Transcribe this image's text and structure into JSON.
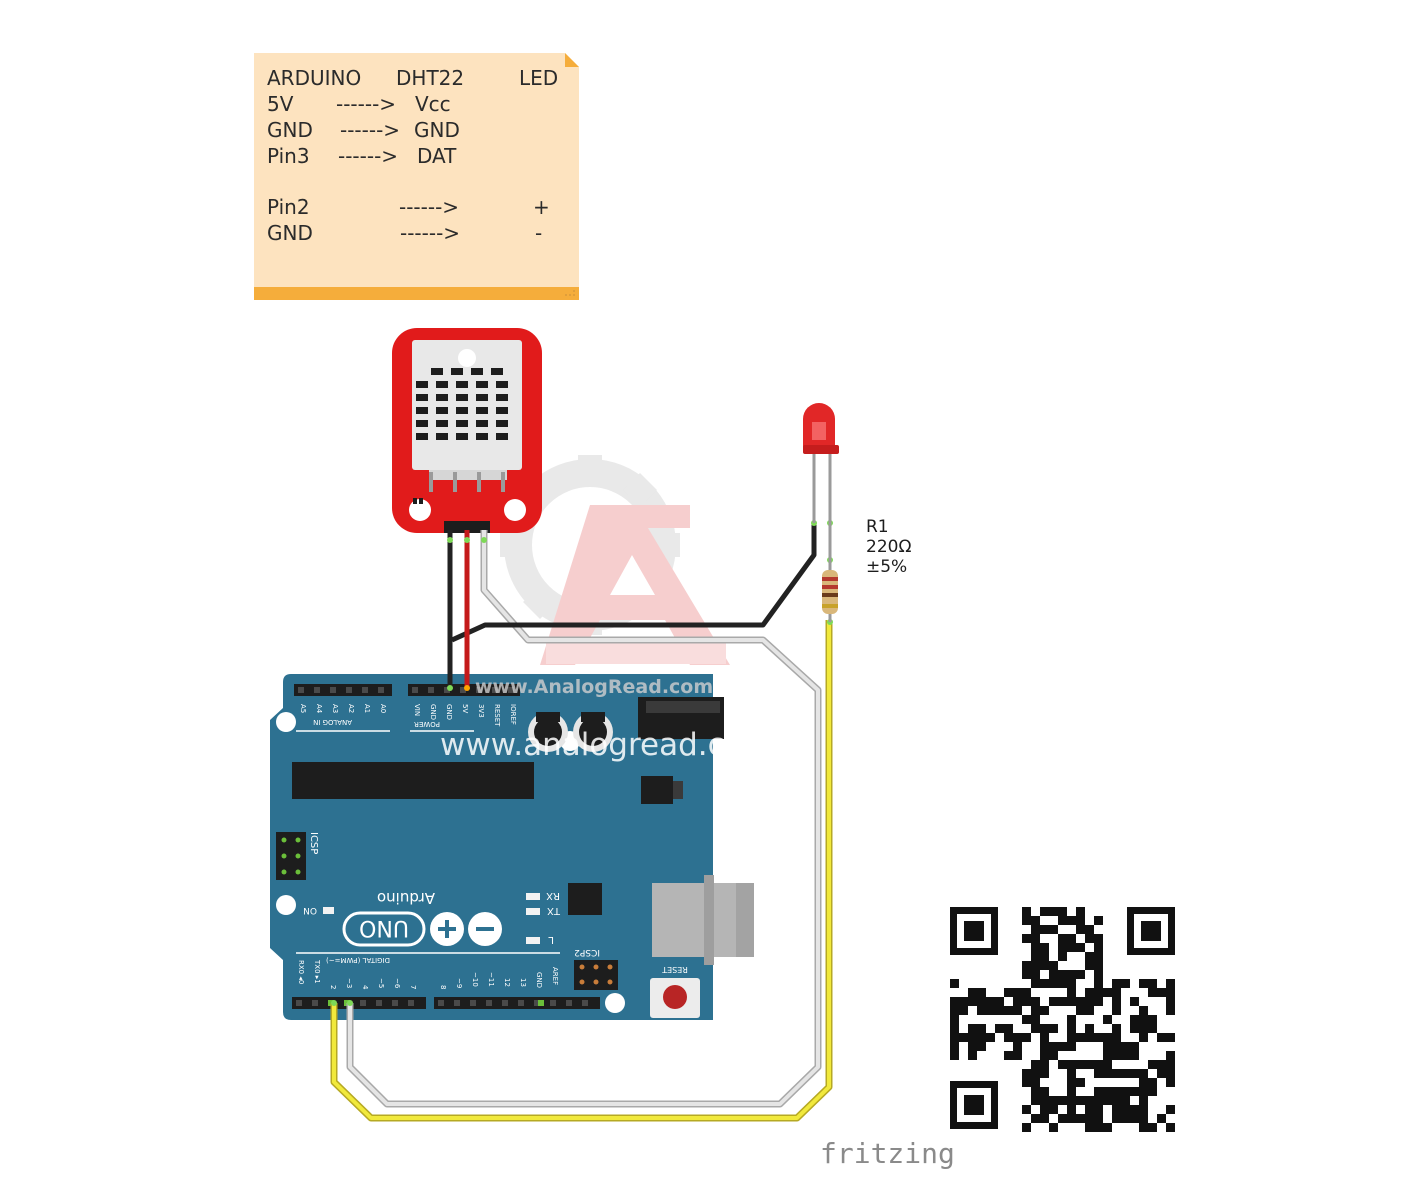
{
  "note": {
    "header": {
      "col1": "ARDUINO",
      "col2": "DHT22",
      "col3": "LED"
    },
    "rows": [
      {
        "from": "5V",
        "arrow": "------>",
        "to": "Vcc"
      },
      {
        "from": "GND",
        "arrow": "------>",
        "to": "GND"
      },
      {
        "from": "Pin3",
        "arrow": "------>",
        "to": "DAT"
      },
      {
        "from": "Pin2",
        "arrow": "------>",
        "to": "+"
      },
      {
        "from": "GND",
        "arrow": "------>",
        "to": "-"
      }
    ]
  },
  "resistor": {
    "name": "R1",
    "value": "220Ω",
    "tolerance": "±5%"
  },
  "watermark": {
    "top": "www.AnalogRead.com",
    "bottom": "www.analogread.com"
  },
  "board": {
    "analog_header": "ANALOG IN",
    "analog_pins": [
      "A5",
      "A4",
      "A3",
      "A2",
      "A1",
      "A0"
    ],
    "power_header": "POWER",
    "power_pins": [
      "VIN",
      "GND",
      "GND",
      "5V",
      "3V3",
      "RESET",
      "IOREF"
    ],
    "digital_header": "DIGITAL (PWM=~)",
    "digital_pins_low": [
      "RX0 ◂0",
      "TX0 ▸1",
      "2",
      "~3",
      "4",
      "~5",
      "~6",
      "7"
    ],
    "digital_pins_high": [
      "8",
      "~9",
      "~10",
      "~11",
      "12",
      "13",
      "GND",
      "AREF"
    ],
    "logo": "Arduino",
    "model": "UNO",
    "on_label": "ON",
    "rx": "RX",
    "tx": "TX",
    "l": "L",
    "icsp": "ICSP",
    "icsp2": "ICSP2",
    "reset": "RESET"
  },
  "footer": {
    "brand": "fritzing"
  },
  "colors": {
    "note_bg": "#fde3bf",
    "note_band": "#f5ad3b",
    "board": "#2d7191",
    "sensor": "#e11b1b",
    "wire_black": "#222222",
    "wire_red": "#c41a1a",
    "wire_white": "#dcdcdc",
    "wire_yellow": "#f1e93c"
  }
}
